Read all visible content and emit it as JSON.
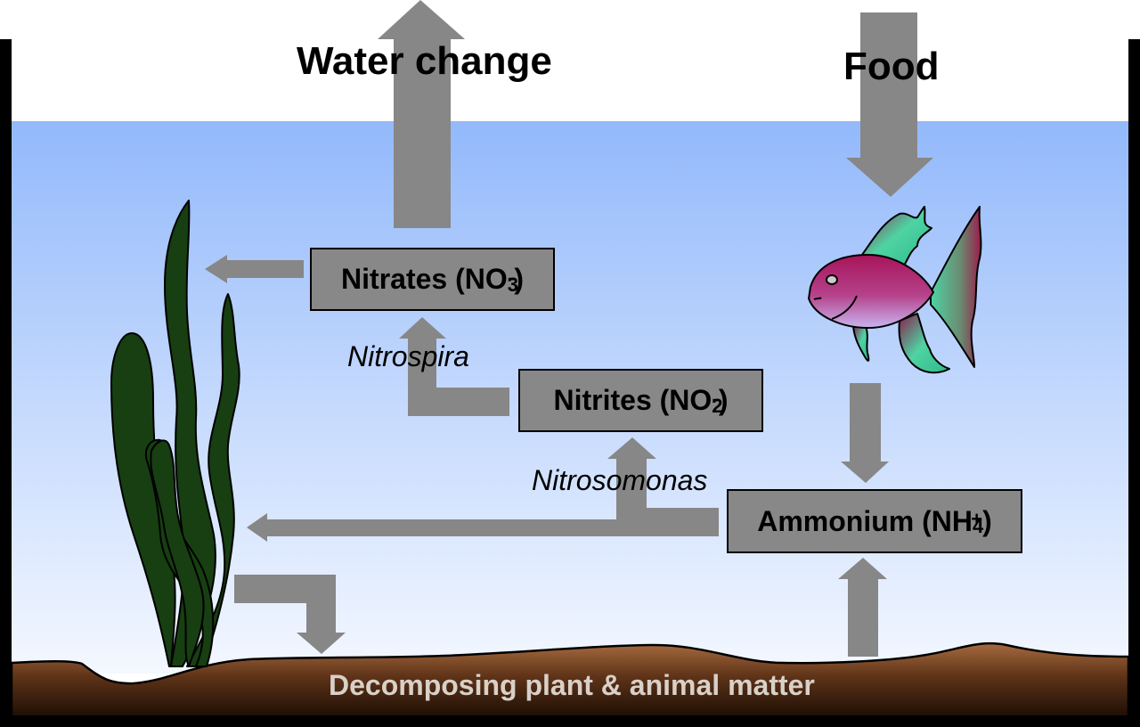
{
  "labels": {
    "water_change": "Water change",
    "food": "Food",
    "bottom": "Decomposing plant & animal matter",
    "nitrospira": "Nitrospira",
    "nitrosomonas": "Nitrosomonas"
  },
  "boxes": {
    "nitrates": {
      "base": "Nitrates (NO",
      "sub": "3",
      "sup": "-",
      "tail": ")"
    },
    "nitrites": {
      "base": "Nitrites (NO",
      "sub": "2",
      "sup": "-",
      "tail": ")"
    },
    "ammonium": {
      "base": "Ammonium (NH",
      "sub": "4",
      "sup": "+",
      "tail": ")"
    }
  },
  "colors": {
    "water_top": "#93b9fb",
    "water_bottom": "#f4f8ff",
    "arrow": "#878787",
    "box": "#888888",
    "soil_top": "#a66a3f",
    "soil_bottom": "#2a1508",
    "plant": "#173f12",
    "fish_body": "#a8175c",
    "fish_fin": "#4fd3a3"
  },
  "icons": [
    "plant-icon",
    "fish-icon"
  ]
}
